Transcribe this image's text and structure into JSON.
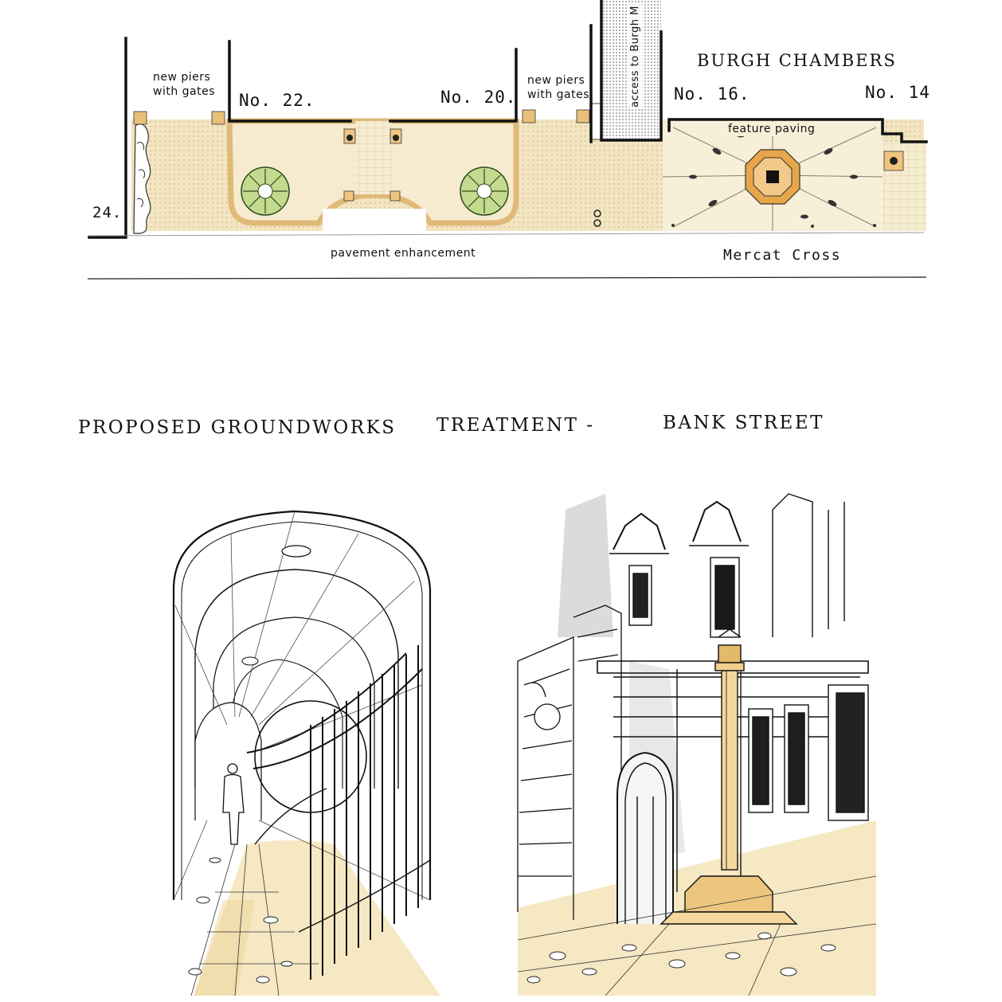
{
  "plan": {
    "labels": {
      "no24": "24.",
      "no22": "No. 22.",
      "no20": "No. 20.",
      "no16": "No. 16.",
      "no14": "No. 14",
      "piers_left_1": "new piers",
      "piers_left_2": "with gates",
      "piers_right_1": "new piers",
      "piers_right_2": "with gates",
      "access": "access to Burgh M",
      "burgh_chambers": "BURGH CHAMBERS",
      "feature_paving": "feature paving",
      "pavement": "pavement enhancement",
      "mercat_cross": "Mercat Cross"
    }
  },
  "title": {
    "part1": "PROPOSED GROUNDWORKS",
    "part2": "TREATMENT  -",
    "part3": "BANK STREET"
  },
  "colors": {
    "paving": "#f4e6c2",
    "paving_dark": "#e6cf9a",
    "pier": "#e9c07a",
    "octagon": "#e8a64a",
    "tree": "#b8d38a",
    "ink": "#111111"
  }
}
